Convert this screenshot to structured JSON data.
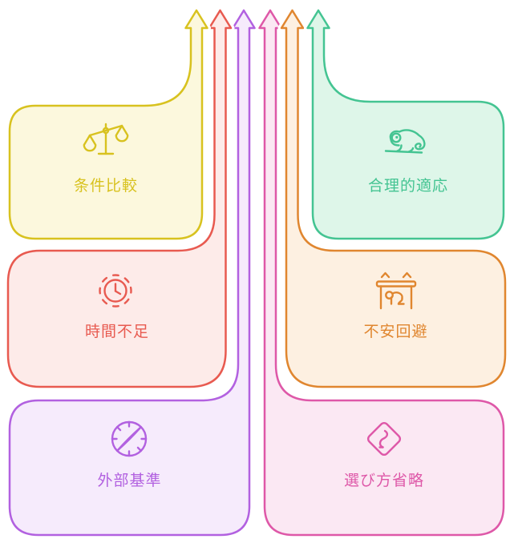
{
  "diagram": {
    "name": "decision-flow-diagram",
    "background": "#ffffff",
    "arrow_direction": "up",
    "arrow_order_left_to_right": [
      "yellow",
      "red",
      "purple",
      "pink",
      "orange",
      "green"
    ],
    "cards": [
      {
        "label": "条件比較",
        "icon": "balance-scale-icon",
        "position": "top-left",
        "color": "#d8c21f",
        "fill": "#fcf8dd"
      },
      {
        "label": "合理的適応",
        "icon": "chameleon-icon",
        "position": "top-right",
        "color": "#44c492",
        "fill": "#def6e9"
      },
      {
        "label": "時間不足",
        "icon": "clock-icon",
        "position": "middle-left",
        "color": "#e85a50",
        "fill": "#fdebe9"
      },
      {
        "label": "不安回避",
        "icon": "hide-under-table-icon",
        "position": "middle-right",
        "color": "#e0862f",
        "fill": "#fdf0e1"
      },
      {
        "label": "外部基準",
        "icon": "compass-icon",
        "position": "bottom-left",
        "color": "#b261e0",
        "fill": "#f6ebfc"
      },
      {
        "label": "選び方省略",
        "icon": "curve-road-sign-icon",
        "position": "bottom-right",
        "color": "#de58a8",
        "fill": "#fbe8f3"
      }
    ]
  }
}
